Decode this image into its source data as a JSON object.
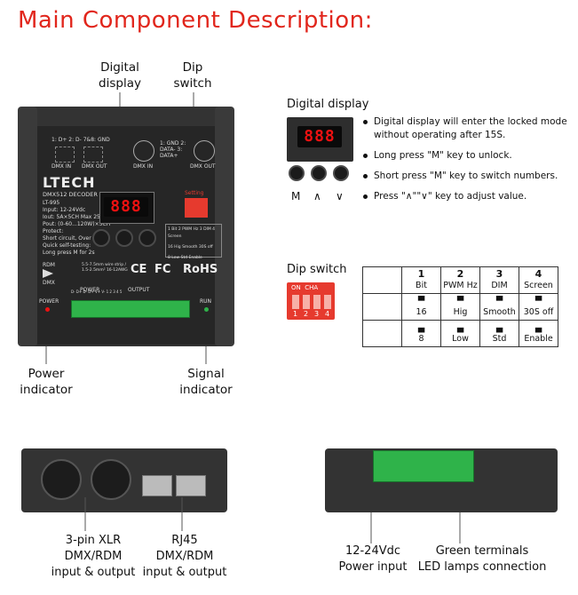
{
  "title": "Main Component Description:",
  "top_labels": {
    "digital_display": "Digital display",
    "dip_switch": "Dip switch",
    "power_indicator": "Power indicator",
    "signal_indicator": "Signal indicator"
  },
  "device": {
    "brand": "LTECH",
    "model_line": "DMX512 DECODER",
    "model": "LT-995",
    "spec_input": "Input: 12-24Vdc",
    "spec_iout": "Iout: 5A×5CH  Max 25A",
    "spec_pout": "Pout: (0-60...120W)×5CH",
    "protect_title": "Protect:",
    "protect_1": "Short circuit, Over load",
    "protect_2": "Quick self-testing:",
    "protect_3": "Long press M for 2s",
    "rj45_label": "1: D+  2: D-  7&8: GND",
    "dmx_in": "DMX IN",
    "dmx_out": "DMX OUT",
    "xlr_pins": "1: GND  2: DATA-  3: DATA+",
    "display_value": "888",
    "setting": "Setting",
    "power_label": "POWER",
    "output_label": "OUTPUT",
    "terminal_labels": "D-  D+  D-  D+  V+  V-  1  2  3  4  5",
    "power_led": "POWER",
    "run_led": "RUN",
    "rdm": "RDM",
    "dmx": "DMX",
    "wire_spec": "5.5-7.5mm wire strip / 1.5-2.5mm² 16-12AWG",
    "cert_ce": "CE",
    "cert_fc": "FC",
    "cert_rohs": "RoHS",
    "mini_table": [
      [
        "1 Bit",
        "2 PWM Hz",
        "3 DIM",
        "4 Screen"
      ],
      [
        "16",
        "Hig",
        "Smooth",
        "30S off"
      ],
      [
        "8",
        "Low",
        "Std",
        "Enable"
      ]
    ]
  },
  "digital_display_section": {
    "heading": "Digital display",
    "display_value": "888",
    "buttons": [
      "M",
      "∧",
      "∨"
    ],
    "bullets": [
      "Digital display will enter the locked mode without operating after 15S.",
      "Long press \"M\" key to unlock.",
      "Short press \"M\" key to switch numbers.",
      "Press \"∧\"\"∨\" key to adjust value."
    ]
  },
  "dip_switch_section": {
    "heading": "Dip switch",
    "switch_top": "ON  CHA",
    "switch_numbers": [
      "1",
      "2",
      "3",
      "4"
    ],
    "table": {
      "headers": [
        {
          "num": "1",
          "name": "Bit"
        },
        {
          "num": "2",
          "name": "PWM Hz"
        },
        {
          "num": "3",
          "name": "DIM"
        },
        {
          "num": "4",
          "name": "Screen"
        }
      ],
      "row_on": [
        "16",
        "Hig",
        "Smooth",
        "30S off"
      ],
      "row_off": [
        "8",
        "Low",
        "Std",
        "Enable"
      ]
    }
  },
  "bottom_left": {
    "xlr_label": "3-pin XLR",
    "xlr_sub1": "DMX/RDM",
    "xlr_sub2": "input & output",
    "rj45_label": "RJ45",
    "rj45_sub1": "DMX/RDM",
    "rj45_sub2": "input & output"
  },
  "bottom_right": {
    "power_label": "12-24Vdc",
    "power_sub": "Power input",
    "terminal_label": "Green terminals",
    "terminal_sub": "LED lamps connection"
  },
  "colors": {
    "title": "#e1261c",
    "housing": "#2b2b2b",
    "terminal": "#2fb34a",
    "display_digits": "#e11111",
    "dip_switch": "#e63a2e"
  }
}
